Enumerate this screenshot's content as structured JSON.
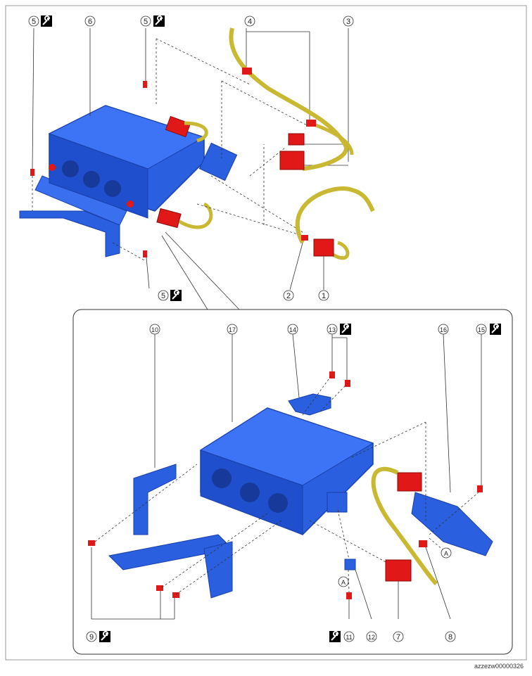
{
  "reference_id": "azzezw00000326",
  "callouts": {
    "c1": "1",
    "c2": "2",
    "c3": "3",
    "c4": "4",
    "c5a": "5",
    "c5b": "5",
    "c5c": "5",
    "c6": "6",
    "c7": "7",
    "c8": "8",
    "c9": "9",
    "c10": "10",
    "c11": "11",
    "c12": "12",
    "c13": "13",
    "c14": "14",
    "c15": "15",
    "c16": "16",
    "c17": "17"
  },
  "point_labels": {
    "a1": "A",
    "a2": "A"
  },
  "icons": {
    "torque": "torque-wrench-icon"
  },
  "colors": {
    "module": "#2a5fe0",
    "module_dark": "#1a3fa8",
    "connector": "#e01818",
    "harness": "#c8b832",
    "bracket": "#2a5fe0"
  }
}
